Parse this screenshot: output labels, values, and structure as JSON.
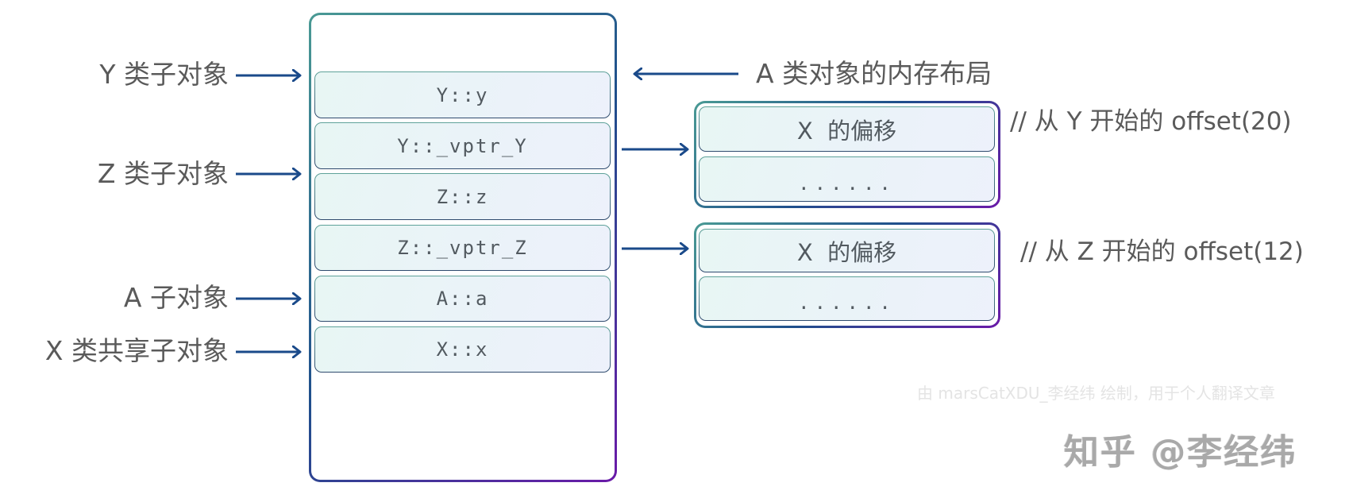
{
  "diagram": {
    "title": "A 类对象的内存布局",
    "layout_rows": [
      {
        "text": "Y::y"
      },
      {
        "text": "Y::_vptr_Y"
      },
      {
        "text": "Z::z"
      },
      {
        "text": "Z::_vptr_Z"
      },
      {
        "text": "A::a"
      },
      {
        "text": "X::x"
      }
    ],
    "left_labels": [
      {
        "text": "Y 类子对象",
        "points_to": "Y::y"
      },
      {
        "text": "Z 类子对象",
        "points_to": "Z::z"
      },
      {
        "text": "A 子对象",
        "points_to": "A::a"
      },
      {
        "text": "X 类共享子对象",
        "points_to": "X::x"
      }
    ],
    "vtables": [
      {
        "from": "Y::_vptr_Y",
        "rows": [
          {
            "text": "X  的偏移"
          },
          {
            "text": "......"
          }
        ],
        "comment": "// 从 Y 开始的 offset(20)"
      },
      {
        "from": "Z::_vptr_Z",
        "rows": [
          {
            "text": "X  的偏移"
          },
          {
            "text": "......"
          }
        ],
        "comment": "// 从 Z 开始的 offset(12)"
      }
    ],
    "colors": {
      "arrow": "#1a4a8a",
      "label_text": "#5a5a5a",
      "border_start": "#4a9a94",
      "border_mid": "#1f4f8c",
      "border_end": "#6a1aa8"
    }
  },
  "watermarks": {
    "credit": "由 marsCatXDU_李经纬 绘制，用于个人翻译文章",
    "site": "知乎 @李经纬"
  }
}
